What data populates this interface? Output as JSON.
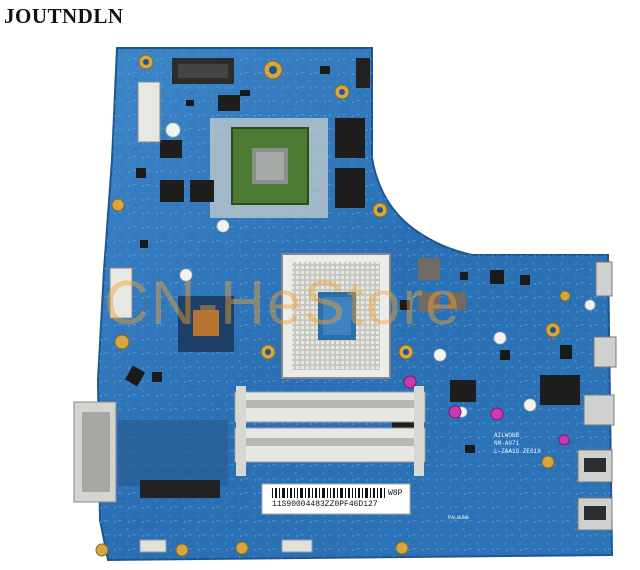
{
  "product_photo": {
    "brand_watermark": "JOUTNDLN",
    "store_watermark": "CN-HeStore",
    "board": {
      "sticker_serial": "11S90004483ZZ0PF46D127",
      "sticker_code": "W8P",
      "silkscreen_model": "AILWONB",
      "silkscreen_rev": "NM-A071",
      "silkscreen_id": "L-ZAA1G ZE01X",
      "small_label": "PALWUNB"
    },
    "colors": {
      "pcb": "#2a6fb4",
      "pcb_light": "#3d87c9",
      "gpu_die": "#5b8a3a",
      "socket": "#d9d9d4",
      "watermark": "#f0a431"
    }
  }
}
